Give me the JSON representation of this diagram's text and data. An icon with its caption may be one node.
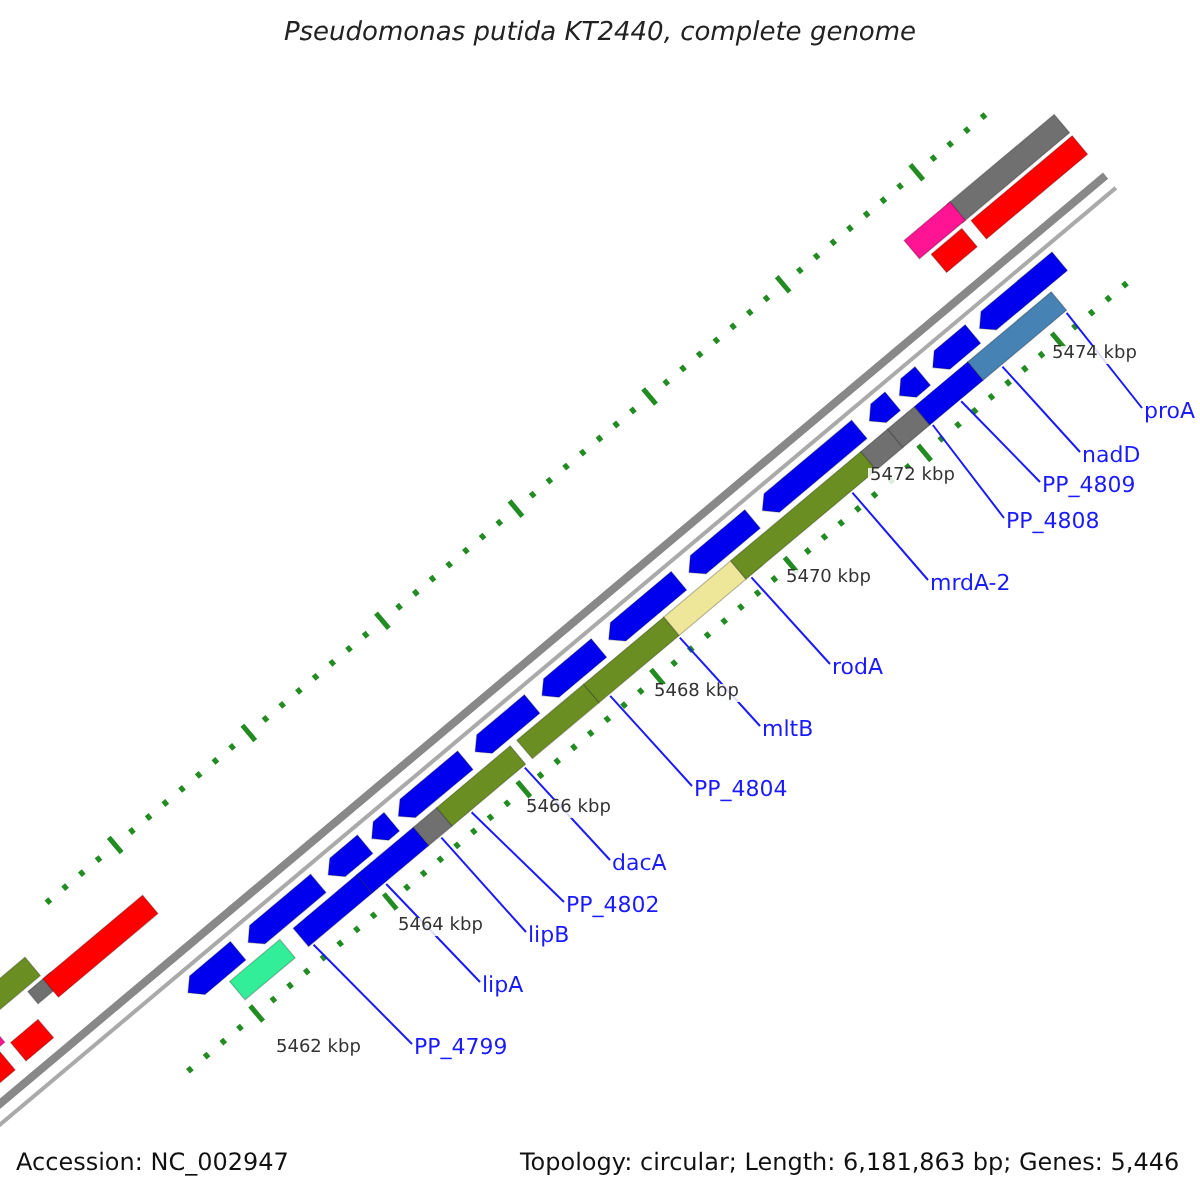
{
  "diagram": {
    "title": "Pseudomonas putida KT2440, complete genome",
    "nodes": [
      {
        "text": [
          "PP_4799"
        ]
      },
      {
        "text": [
          "lipA"
        ]
      },
      {
        "text": [
          "lipB"
        ]
      },
      {
        "text": [
          "PP_4802"
        ]
      },
      {
        "text": [
          "dacA"
        ]
      },
      {
        "text": [
          "PP_4804"
        ]
      },
      {
        "text": [
          "mltB"
        ]
      },
      {
        "text": [
          "rodA"
        ]
      },
      {
        "text": [
          "mrdA-2"
        ]
      },
      {
        "text": [
          "PP_4808"
        ]
      },
      {
        "text": [
          "PP_4809"
        ]
      },
      {
        "text": [
          "nadD"
        ]
      },
      {
        "text": [
          "proA"
        ]
      }
    ],
    "edges": [
      {
        "from": 0,
        "to": null,
        "arrow": "none"
      },
      {
        "from": 1,
        "to": null,
        "arrow": "none"
      },
      {
        "from": 2,
        "to": null,
        "arrow": "none"
      },
      {
        "from": 3,
        "to": null,
        "arrow": "none"
      },
      {
        "from": 4,
        "to": null,
        "arrow": "none"
      },
      {
        "from": 5,
        "to": null,
        "arrow": "none"
      },
      {
        "from": 6,
        "to": null,
        "arrow": "none"
      },
      {
        "from": 7,
        "to": null,
        "arrow": "none"
      },
      {
        "from": 8,
        "to": null,
        "arrow": "none"
      },
      {
        "from": 9,
        "to": null,
        "arrow": "none"
      },
      {
        "from": 10,
        "to": null,
        "arrow": "none"
      },
      {
        "from": 11,
        "to": null,
        "arrow": "none"
      },
      {
        "from": 12,
        "to": null,
        "arrow": "none"
      }
    ],
    "labels": [
      "5474 kbp",
      "5472 kbp",
      "5470 kbp",
      "5468 kbp",
      "5466 kbp",
      "5464 kbp",
      "5462 kbp",
      "Accession: NC_002947",
      "Topology: circular; Length: 6,181,863 bp; Genes: 5,446"
    ]
  }
}
